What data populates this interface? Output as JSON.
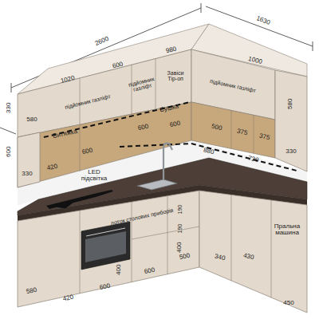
{
  "diagram": {
    "labels": [
      "2600",
      "1630",
      "1020",
      "600",
      "980",
      "1000",
      "підйомник газліфт",
      "підйомник газліфт",
      "Завіси Тір-оп",
      "підйомник газліфт",
      "330",
      "580",
      "600",
      "330",
      "Витяжка",
      "600",
      "420",
      "Сушка",
      "600",
      "600",
      "500",
      "375",
      "375",
      "880",
      "730",
      "580",
      "330",
      "LED підсвітка",
      "лоток столових приборів",
      "190",
      "190",
      "400",
      "400",
      "600",
      "500",
      "340",
      "430",
      "Пральна машина",
      "450",
      "580",
      "420",
      "600"
    ]
  }
}
